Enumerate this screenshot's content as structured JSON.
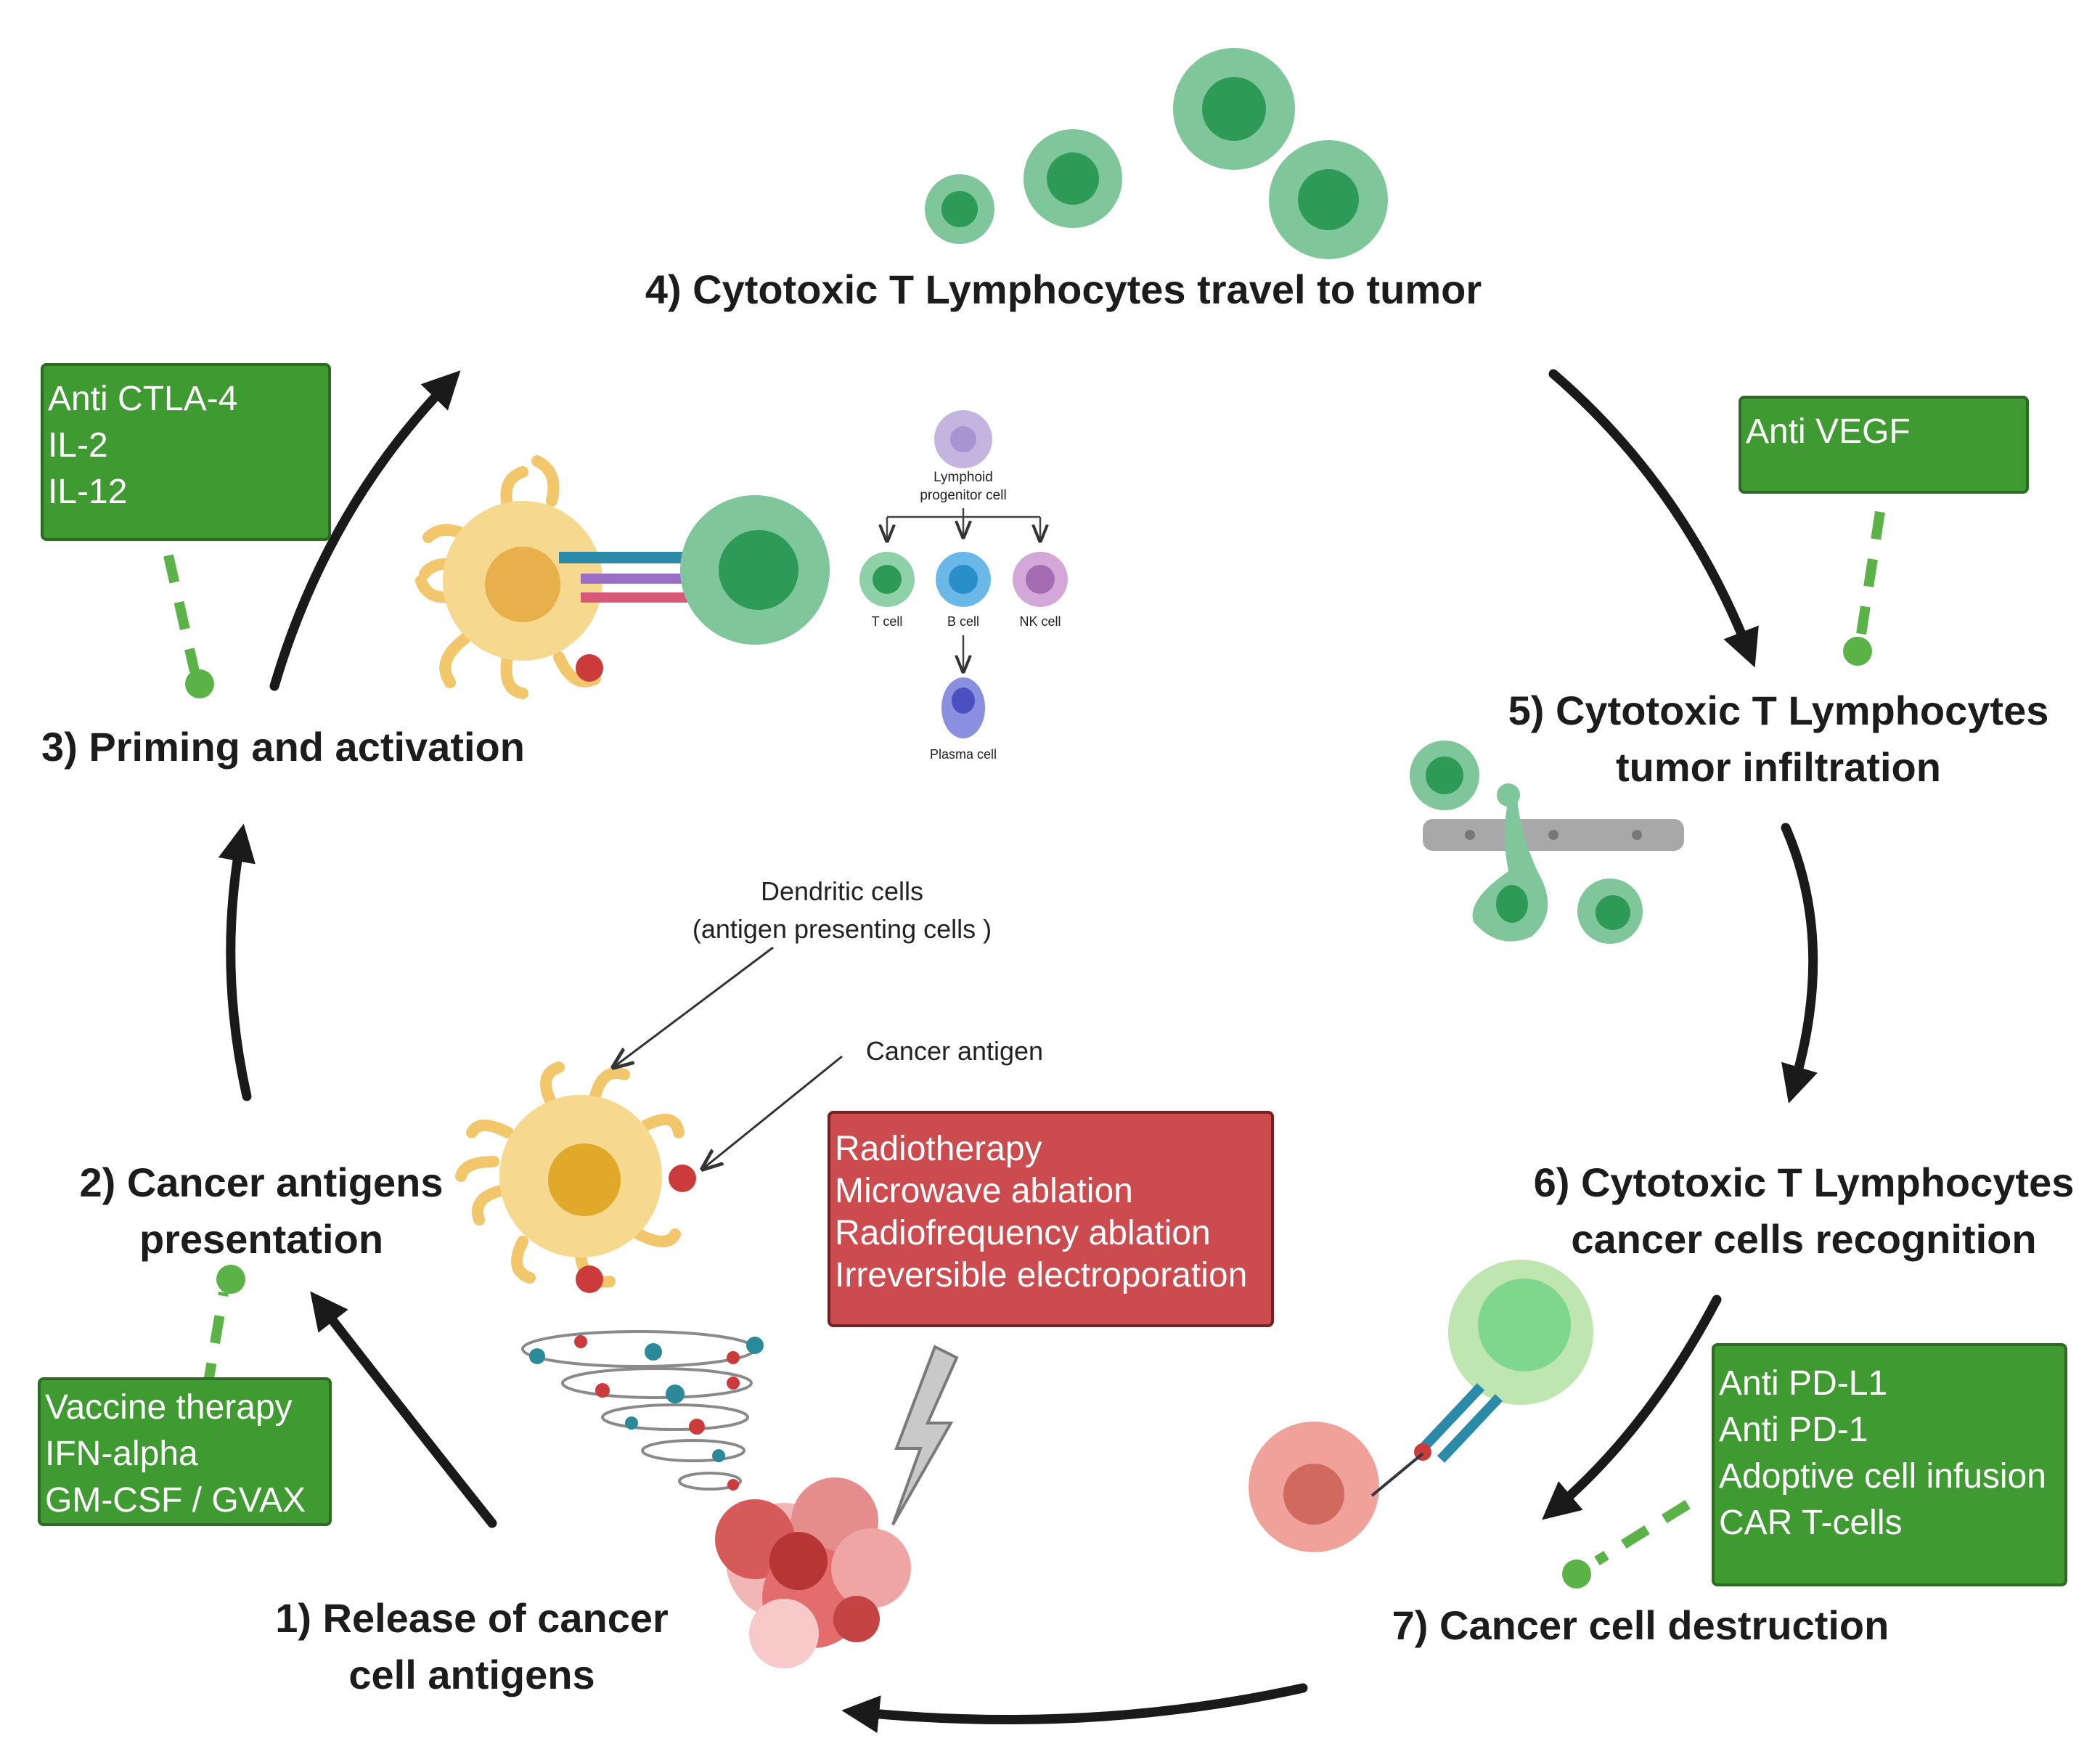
{
  "steps": {
    "s1": [
      "1) Release of  cancer",
      "cell antigens"
    ],
    "s2": [
      "2) Cancer antigens",
      "presentation"
    ],
    "s3": [
      "3) Priming and activation"
    ],
    "s4": [
      "4) Cytotoxic T Lymphocytes travel to tumor"
    ],
    "s5": [
      "5) Cytotoxic T Lymphocytes",
      "tumor infiltration"
    ],
    "s6": [
      "6) Cytotoxic T Lymphocytes",
      "cancer cells recognition"
    ],
    "s7": [
      "7)  Cancer cell destruction"
    ]
  },
  "therapies": {
    "priming": [
      "Anti CTLA-4",
      "IL-2",
      "IL-12"
    ],
    "infiltration": [
      "Anti VEGF"
    ],
    "presentation": [
      "Vaccine therapy",
      "IFN-alpha",
      "GM-CSF / GVAX"
    ],
    "ablation": [
      "Radiotherapy",
      "Microwave ablation",
      "Radiofrequency ablation",
      "Irreversible electroporation"
    ],
    "destruction": [
      "Anti PD-L1",
      "Anti PD-1",
      "Adoptive cell infusion",
      "CAR T-cells"
    ]
  },
  "annotations": {
    "dendritic": [
      "Dendritic cells",
      "(antigen presenting cells )"
    ],
    "antigen": "Cancer antigen"
  },
  "lineage": {
    "root": [
      "Lymphoid",
      "progenitor cell"
    ],
    "t_cell": "T cell",
    "b_cell": "B cell",
    "nk_cell": "NK cell",
    "plasma": "Plasma cell"
  },
  "colors": {
    "therapy_green": "#3f9a32",
    "ablation_red": "#cb4b4f",
    "t_cell": "#2e9a58",
    "dendritic": "#f2c66a",
    "antigen": "#cc3b3b",
    "arrow": "#1a1a1a"
  }
}
